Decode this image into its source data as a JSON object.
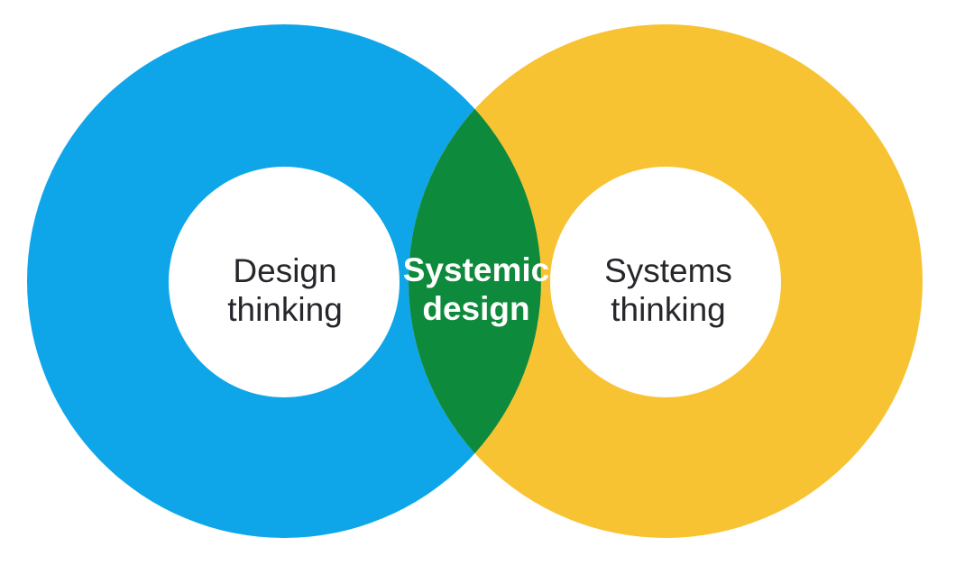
{
  "diagram": {
    "type": "venn-diagram",
    "title": "",
    "background_color": "#ffffff",
    "left_ring": {
      "label": "Design thinking",
      "label_lines": "Design\nthinking",
      "color": "#0ea6e9",
      "text_color": "#26262b"
    },
    "right_ring": {
      "label": "Systems thinking",
      "label_lines": "Systems\nthinking",
      "color": "#f8c333",
      "text_color": "#26262b"
    },
    "overlap": {
      "label": "Systemic design",
      "label_lines": "Systemic\ndesign",
      "color": "#0e8a3c",
      "text_color": "#ffffff"
    },
    "inner_hole_color": "#ffffff"
  }
}
